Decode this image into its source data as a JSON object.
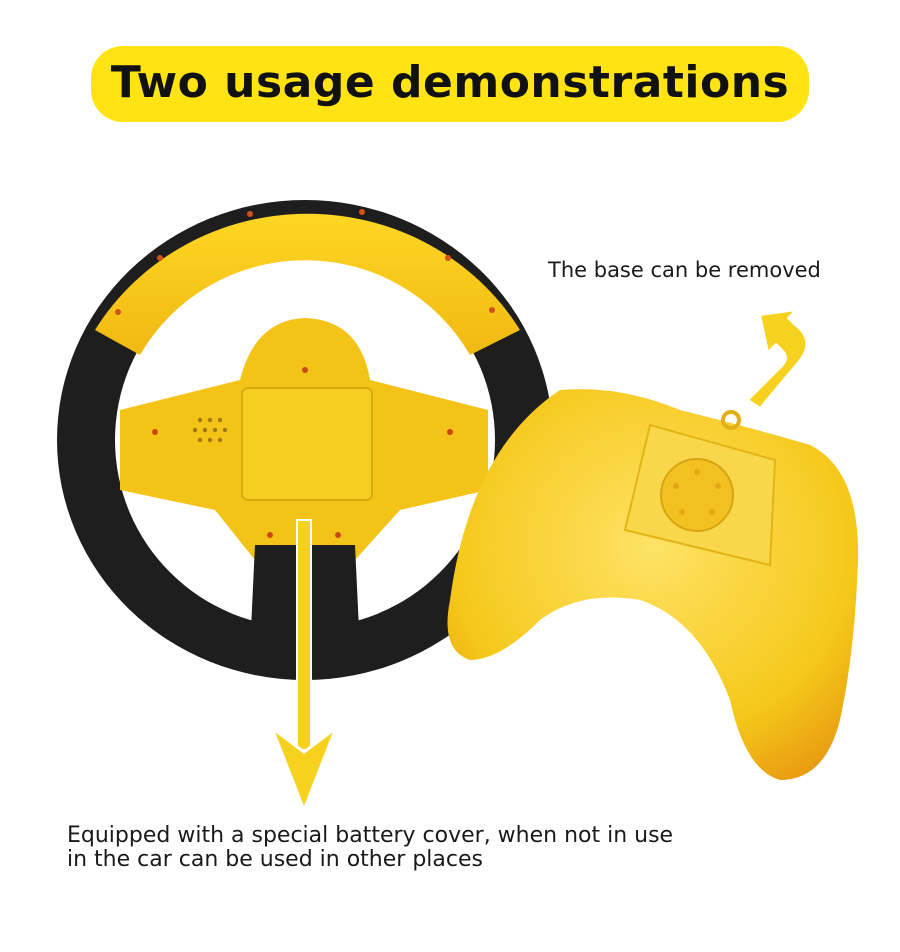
{
  "title": "Two usage demonstrations",
  "captions": {
    "base": "The base can be removed",
    "cover_line1": "Equipped with a special battery cover, when not in use",
    "cover_line2": "in the car can be used in other places"
  },
  "colors": {
    "accent_yellow": "#ffe312",
    "plastic_yellow": "#f2c91b",
    "grip_black": "#1e1e1e",
    "arrow_yellow": "#f6d11e"
  },
  "icons": {
    "down_arrow": "arrow-down-icon",
    "curved_arrow": "curved-up-arrow-icon"
  }
}
